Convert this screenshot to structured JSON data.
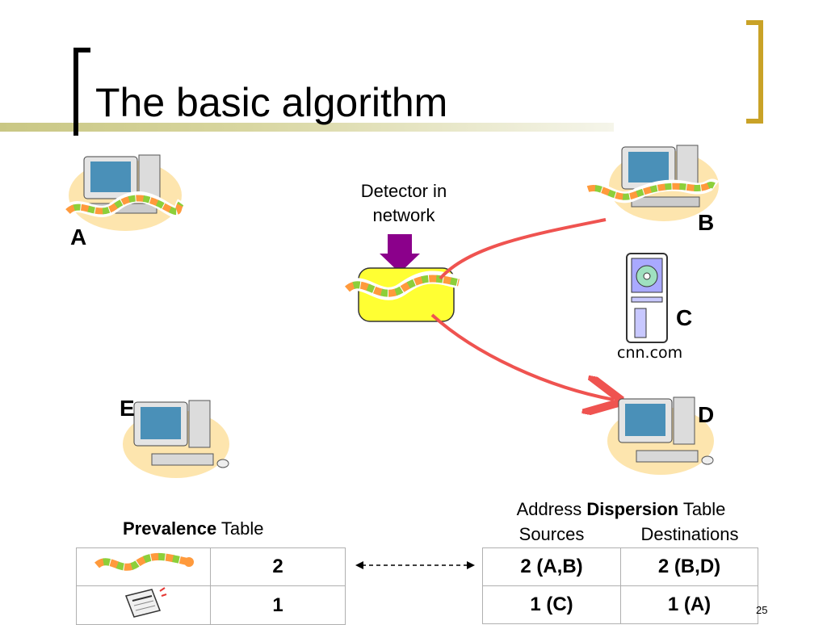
{
  "slide": {
    "title": "The basic algorithm",
    "page_number": "25"
  },
  "detector": {
    "label_line1": "Detector in",
    "label_line2": "network"
  },
  "nodes": {
    "A": "A",
    "B": "B",
    "C": "C",
    "C_caption": "cnn.com",
    "D": "D",
    "E": "E"
  },
  "prevalence": {
    "title_bold": "Prevalence",
    "title_rest": " Table",
    "rows": [
      {
        "icon": "worm-icon",
        "value": "2"
      },
      {
        "icon": "news-icon",
        "value": "1"
      }
    ]
  },
  "dispersion": {
    "title_prefix": "Address ",
    "title_bold": "Dispersion",
    "title_suffix": " Table",
    "col_sources": "Sources",
    "col_destinations": "Destinations",
    "rows": [
      {
        "sources": "2 (A,B)",
        "destinations": "2 (B,D)"
      },
      {
        "sources": "1 (C)",
        "destinations": "1 (A)"
      }
    ]
  },
  "colors": {
    "bracket_left": "#000000",
    "bracket_right": "#c9a227",
    "arrow_red": "#ef5350",
    "detector_fill": "#ffff33",
    "detector_arrow": "#8b008b"
  }
}
